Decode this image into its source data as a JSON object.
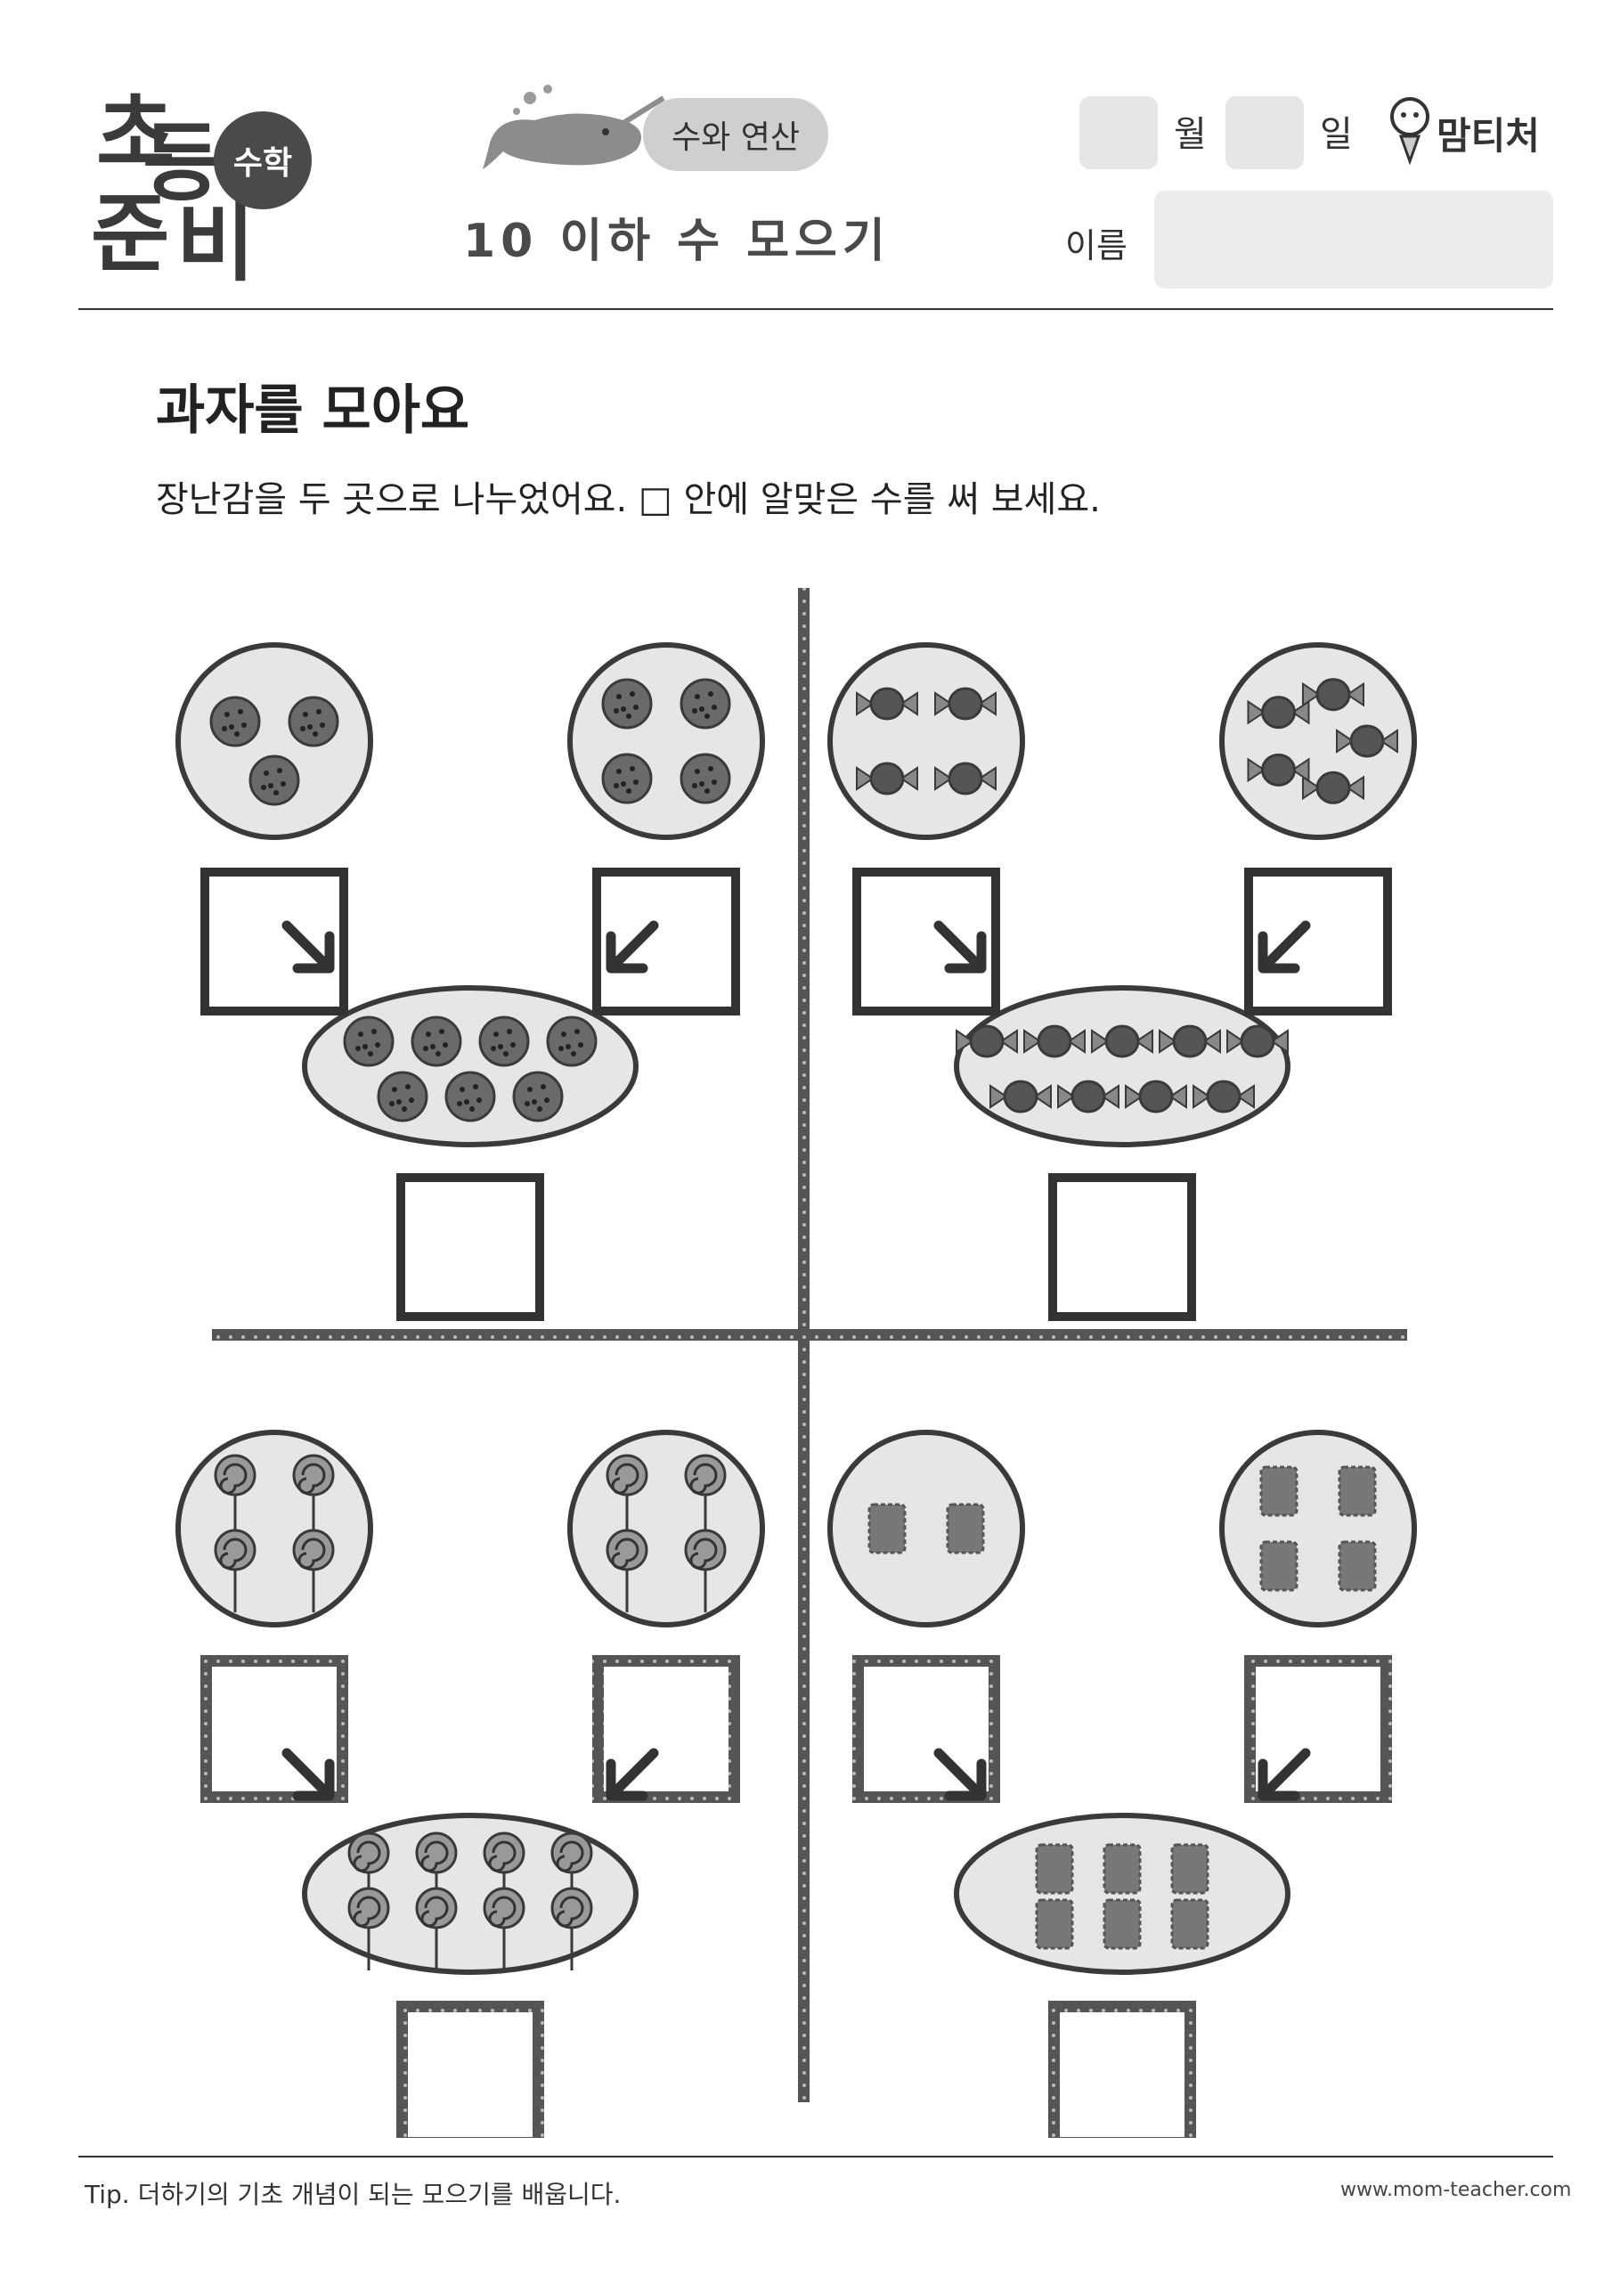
{
  "header": {
    "logo_chars": [
      "초",
      "등",
      "준",
      "비"
    ],
    "logo_badge": "수학",
    "topic": "수와 연산",
    "subtitle": "10 이하 수 모으기",
    "month_label": "월",
    "day_label": "일",
    "name_label": "이름",
    "brand": "맘티처"
  },
  "title": "과자를 모아요",
  "instruction": "장난감을 두 곳으로 나누었어요. □ 안에 알맞은 수를 써 보세요.",
  "problems": [
    {
      "item": "cookie",
      "left_count": 3,
      "right_count": 4,
      "total_count": 7
    },
    {
      "item": "candy",
      "left_count": 4,
      "right_count": 5,
      "total_count": 9
    },
    {
      "item": "lollipop",
      "left_count": 4,
      "right_count": 4,
      "total_count": 8
    },
    {
      "item": "cracker",
      "left_count": 2,
      "right_count": 4,
      "total_count": 6
    }
  ],
  "colors": {
    "ink": "#3a3a3a",
    "fill_light": "#e6e6e6",
    "item_fill": "#6a6a6a"
  },
  "footer": {
    "tip": "Tip. 더하기의 기초 개념이 되는 모으기를 배웁니다.",
    "url": "www.mom-teacher.com"
  }
}
